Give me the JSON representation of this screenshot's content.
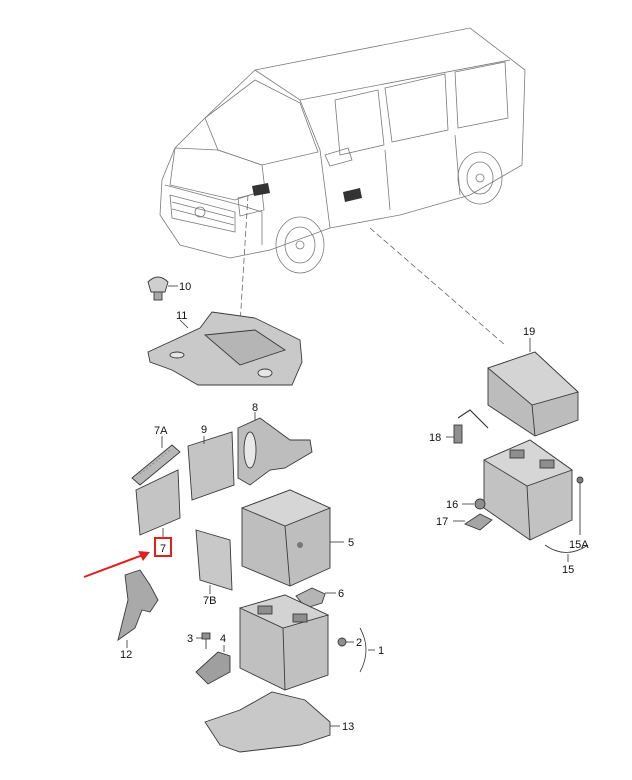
{
  "callouts": {
    "c1": "1",
    "c2": "2",
    "c3": "3",
    "c4": "4",
    "c5": "5",
    "c6": "6",
    "c7": "7",
    "c7a": "7A",
    "c7b": "7B",
    "c8": "8",
    "c9": "9",
    "c10": "10",
    "c11": "11",
    "c12": "12",
    "c13": "13",
    "c15": "15",
    "c15a": "15A",
    "c16": "16",
    "c17": "17",
    "c18": "18",
    "c19": "19"
  },
  "highlight": {
    "color": "#e02020",
    "target": "7"
  }
}
